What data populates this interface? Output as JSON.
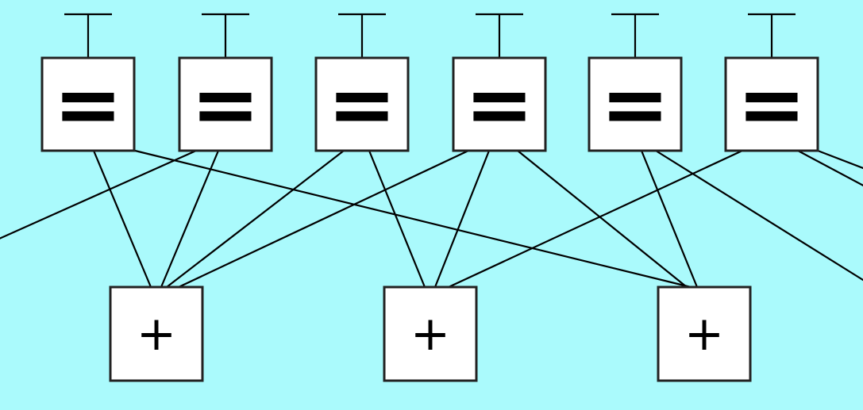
{
  "colors": {
    "background": "#aafafc",
    "node_fill": "#ffffff",
    "line": "#000000"
  },
  "variable_nodes": [
    {
      "id": "v1",
      "label": "="
    },
    {
      "id": "v2",
      "label": "="
    },
    {
      "id": "v3",
      "label": "="
    },
    {
      "id": "v4",
      "label": "="
    },
    {
      "id": "v5",
      "label": "="
    },
    {
      "id": "v6",
      "label": "="
    }
  ],
  "check_nodes": [
    {
      "id": "c1",
      "label": "+"
    },
    {
      "id": "c2",
      "label": "+"
    },
    {
      "id": "c3",
      "label": "+"
    }
  ],
  "edges": [
    {
      "from": "v1",
      "to": "c1"
    },
    {
      "from": "v1",
      "to": "c3"
    },
    {
      "from": "v2",
      "to": "c1"
    },
    {
      "from": "v2",
      "to": "offscreen-left"
    },
    {
      "from": "v3",
      "to": "c1"
    },
    {
      "from": "v3",
      "to": "c2"
    },
    {
      "from": "v4",
      "to": "c1"
    },
    {
      "from": "v4",
      "to": "c2"
    },
    {
      "from": "v4",
      "to": "c3"
    },
    {
      "from": "v5",
      "to": "c3"
    },
    {
      "from": "v5",
      "to": "offscreen-right"
    },
    {
      "from": "v6",
      "to": "c2"
    },
    {
      "from": "v6",
      "to": "offscreen-right"
    },
    {
      "from": "v6",
      "to": "offscreen-right"
    }
  ]
}
